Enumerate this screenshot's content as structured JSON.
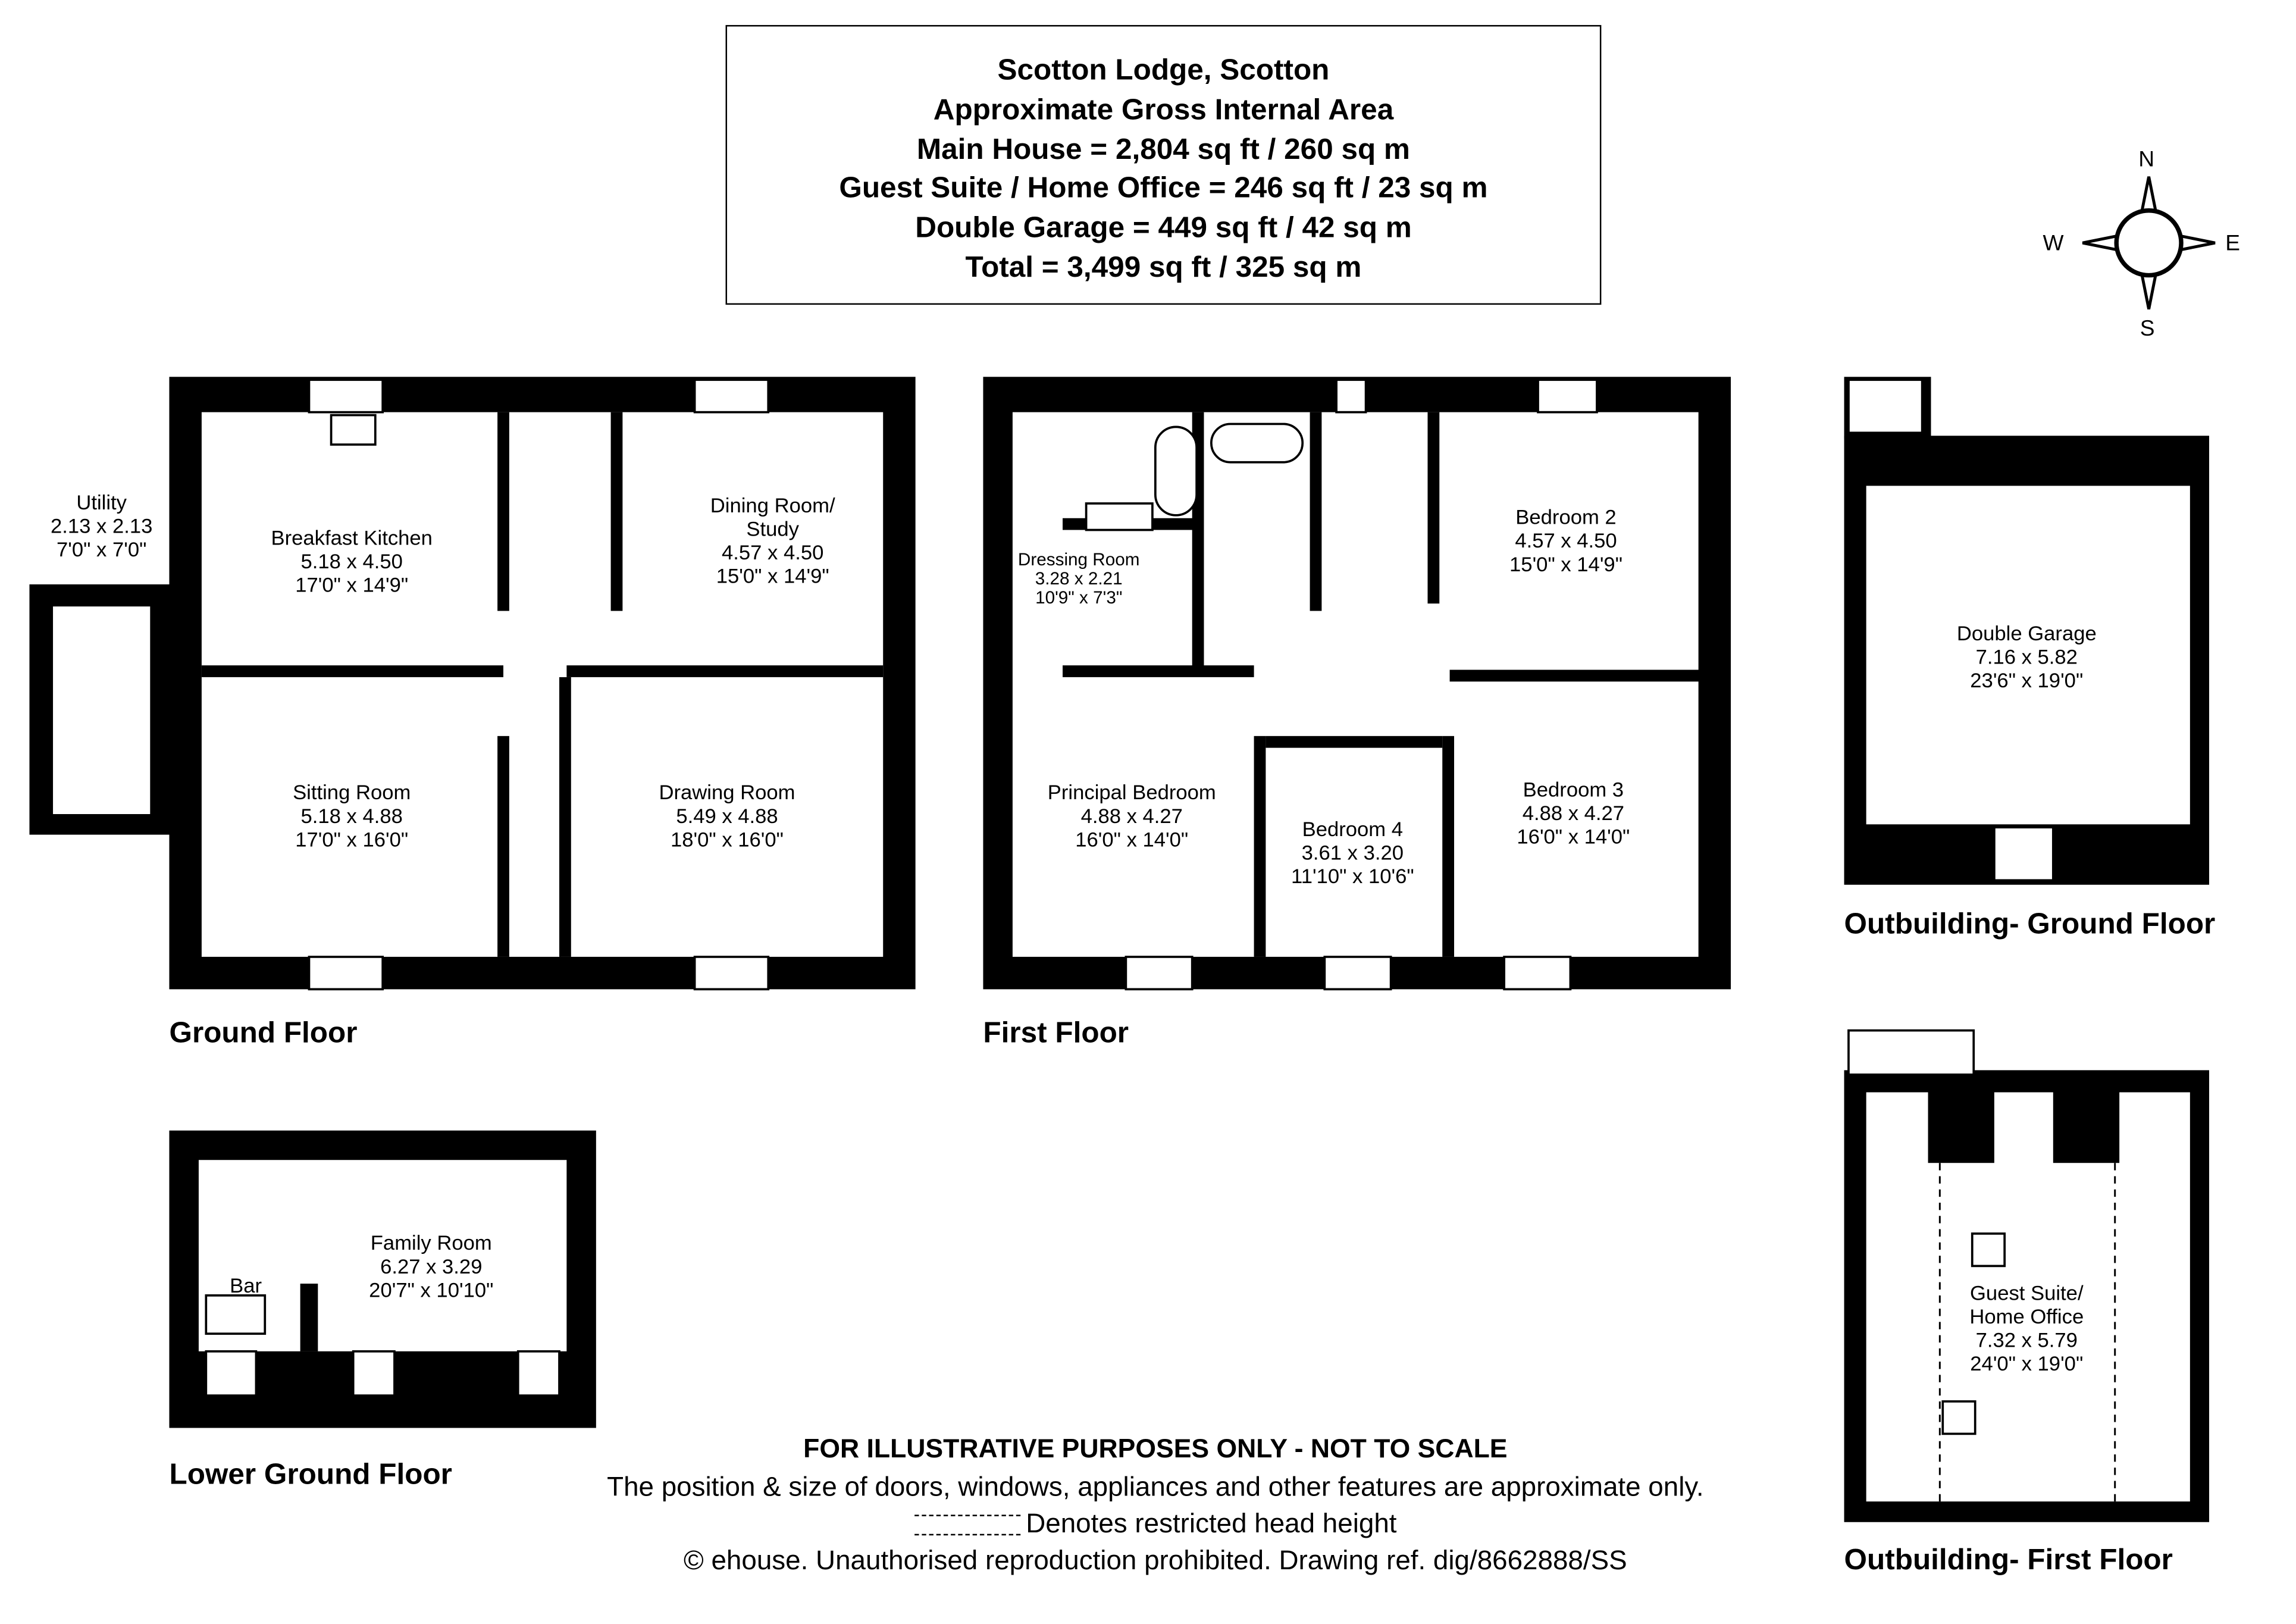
{
  "title_block": {
    "property": "Scotton Lodge, Scotton",
    "subtitle": "Approximate Gross Internal Area",
    "main_house": "Main House = 2,804 sq ft / 260 sq m",
    "guest_suite": "Guest Suite / Home Office = 246 sq ft / 23 sq m",
    "garage": "Double Garage = 449 sq ft / 42 sq m",
    "total": "Total = 3,499 sq ft / 325 sq m"
  },
  "compass": {
    "n": "N",
    "s": "S",
    "e": "E",
    "w": "W"
  },
  "floors": {
    "ground": "Ground Floor",
    "first": "First Floor",
    "lower_ground": "Lower Ground Floor",
    "out_ground": "Outbuilding- Ground Floor",
    "out_first": "Outbuilding- First Floor"
  },
  "rooms": {
    "utility": {
      "name": "Utility",
      "metric": "2.13 x 2.13",
      "imperial": "7'0\" x 7'0\""
    },
    "kitchen": {
      "name": "Breakfast Kitchen",
      "metric": "5.18 x 4.50",
      "imperial": "17'0\" x 14'9\""
    },
    "dining": {
      "name": "Dining Room/",
      "name2": "Study",
      "metric": "4.57 x 4.50",
      "imperial": "15'0\" x 14'9\""
    },
    "sitting": {
      "name": "Sitting Room",
      "metric": "5.18 x 4.88",
      "imperial": "17'0\" x 16'0\""
    },
    "drawing": {
      "name": "Drawing Room",
      "metric": "5.49 x 4.88",
      "imperial": "18'0\" x 16'0\""
    },
    "dressing": {
      "name": "Dressing Room",
      "metric": "3.28 x 2.21",
      "imperial": "10'9\" x 7'3\""
    },
    "bed2": {
      "name": "Bedroom 2",
      "metric": "4.57 x 4.50",
      "imperial": "15'0\" x 14'9\""
    },
    "principal": {
      "name": "Principal Bedroom",
      "metric": "4.88 x 4.27",
      "imperial": "16'0\" x 14'0\""
    },
    "bed4": {
      "name": "Bedroom 4",
      "metric": "3.61 x 3.20",
      "imperial": "11'10\" x 10'6\""
    },
    "bed3": {
      "name": "Bedroom 3",
      "metric": "4.88 x 4.27",
      "imperial": "16'0\" x 14'0\""
    },
    "garage": {
      "name": "Double Garage",
      "metric": "7.16 x 5.82",
      "imperial": "23'6\" x 19'0\""
    },
    "family": {
      "name": "Family Room",
      "metric": "6.27 x 3.29",
      "imperial": "20'7\" x 10'10\""
    },
    "bar": {
      "name": "Bar"
    },
    "guest": {
      "name": "Guest Suite/",
      "name2": "Home Office",
      "metric": "7.32 x 5.79",
      "imperial": "24'0\" x 19'0\""
    }
  },
  "notes": {
    "disclaimer": "FOR ILLUSTRATIVE PURPOSES ONLY - NOT TO SCALE",
    "approx": "The position & size of doors, windows, appliances and other features are approximate only.",
    "restricted": "Denotes restricted head height",
    "copyright": "© ehouse. Unauthorised reproduction prohibited. Drawing ref. dig/8662888/SS"
  }
}
